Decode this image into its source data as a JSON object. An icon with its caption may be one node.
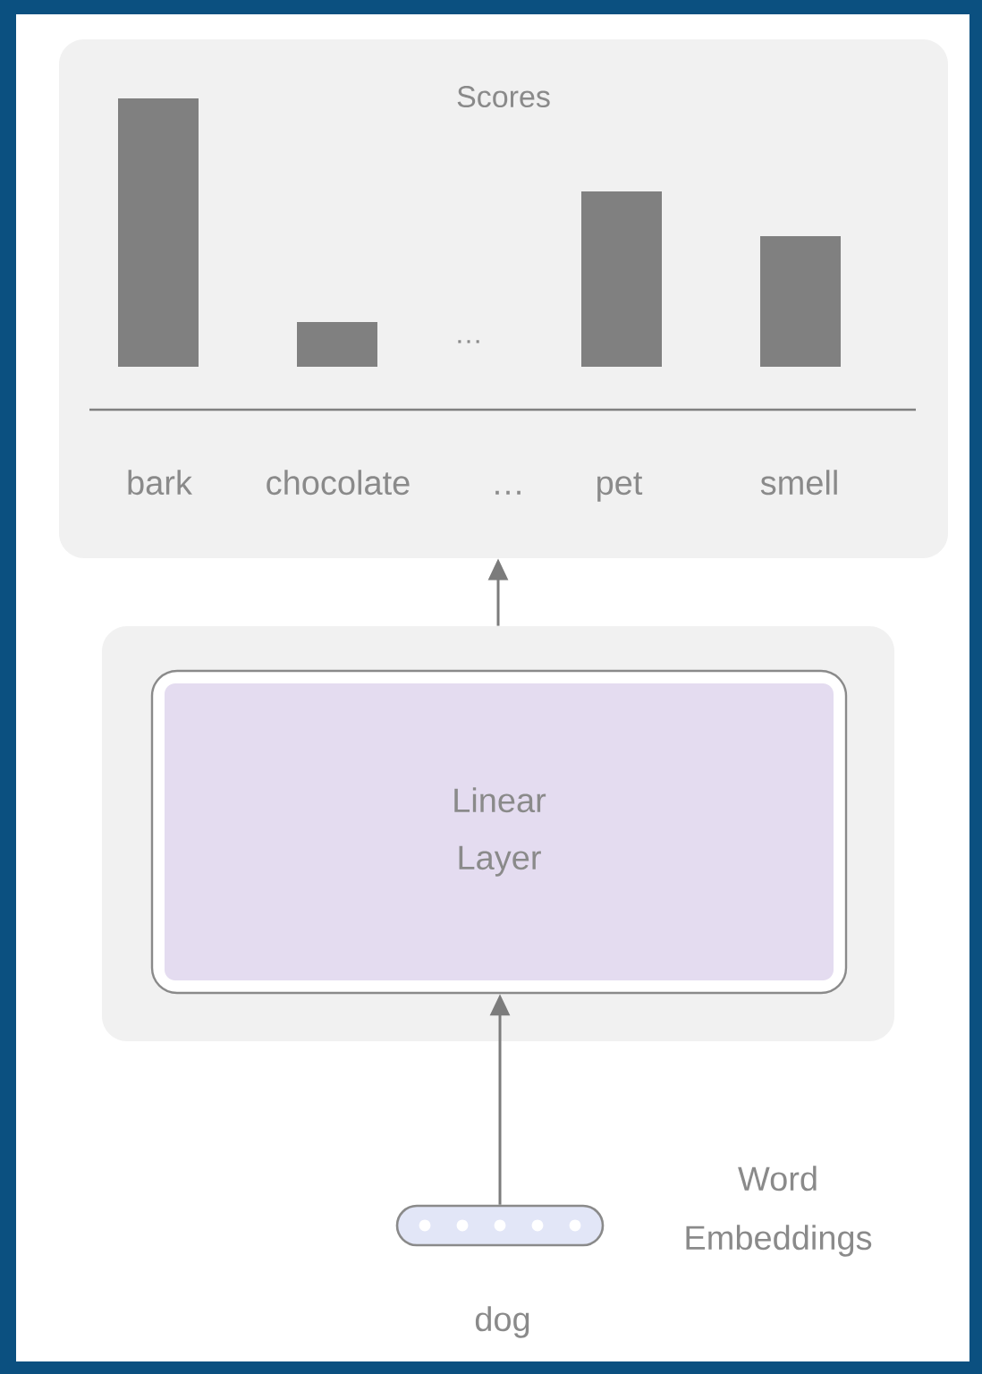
{
  "diagram": {
    "nodes": [
      {
        "text": [
          "Scores"
        ]
      },
      {
        "text": [],
        "shape": "box"
      },
      {
        "text": [
          "Linear Layer"
        ],
        "in": 1
      },
      {
        "text": [],
        "shape": "bar",
        "beside": [
          "Word Embeddings",
          "dog"
        ]
      }
    ],
    "edges": [
      {
        "from": 3,
        "to": 2,
        "arrow": "to"
      },
      {
        "from": 1,
        "to": 0,
        "arrow": "to"
      }
    ],
    "labels": [
      "…",
      "bark",
      "chocolate",
      "…",
      "pet",
      "smell"
    ]
  }
}
